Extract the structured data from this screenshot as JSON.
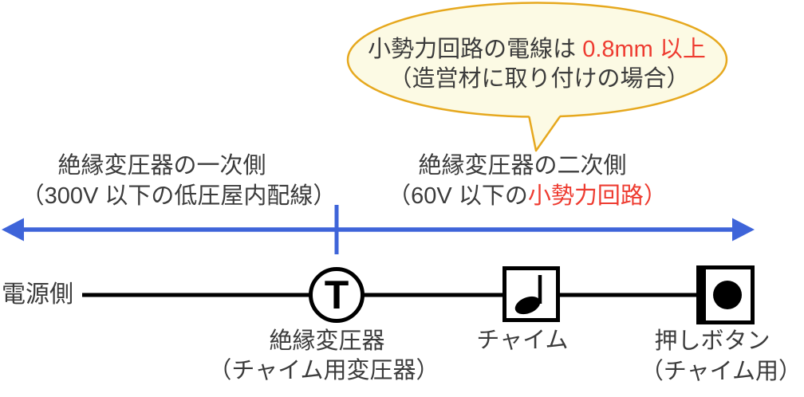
{
  "colors": {
    "blue_arrow": "#3E64D9",
    "red_highlight": "#EE3B30",
    "bubble_border": "#E6A81E",
    "bubble_fill": "#FCFAE4",
    "text": "#3B3B3B",
    "line": "#000000"
  },
  "callout": {
    "line1_prefix": "小勢力回路の電線は ",
    "line1_highlight": "0.8mm 以上",
    "line2": "（造営材に取り付けの場合）"
  },
  "regions": {
    "primary": {
      "line1": "絶縁変圧器の一次側",
      "line2": "（300V 以下の低圧屋内配線）"
    },
    "secondary": {
      "line1": "絶縁変圧器の二次側",
      "line2_prefix": "（60V 以下の",
      "line2_highlight": "小勢力回路）"
    }
  },
  "circuit": {
    "source_label": "電源側",
    "transformer_symbol": "T",
    "transformer_label_line1": "絶縁変圧器",
    "transformer_label_line2": "（チャイム用変圧器）",
    "chime_label": "チャイム",
    "push_button_label_line1": "押しボタン",
    "push_button_label_line2": "（チャイム用）"
  }
}
